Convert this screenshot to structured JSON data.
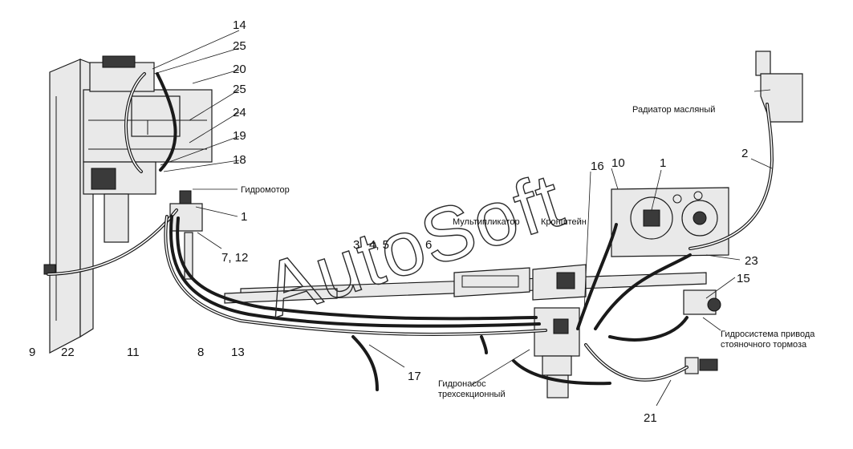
{
  "diagram": {
    "watermark": "AutoSoft",
    "labels": {
      "radiator": "Радиатор масляный",
      "hydromotor": "Гидромотор",
      "multiplier": "Мультипликатор",
      "bracket": "Кронштейн",
      "pump_line1": "Гидронасос",
      "pump_line2": "трехсекционный",
      "brake_line1": "Гидросистема привода",
      "brake_line2": "стояночного тормоза"
    },
    "numbers": {
      "n14": "14",
      "n25a": "25",
      "n20": "20",
      "n25b": "25",
      "n24": "24",
      "n19": "19",
      "n18": "18",
      "n1a": "1",
      "n712": "7, 12",
      "n9": "9",
      "n22": "22",
      "n11": "11",
      "n8": "8",
      "n13": "13",
      "n3": "3",
      "n45": "4, 5",
      "n6": "6",
      "n17": "17",
      "n16": "16",
      "n10": "10",
      "n1b": "1",
      "n2": "2",
      "n23": "23",
      "n15": "15",
      "n21": "21"
    }
  }
}
